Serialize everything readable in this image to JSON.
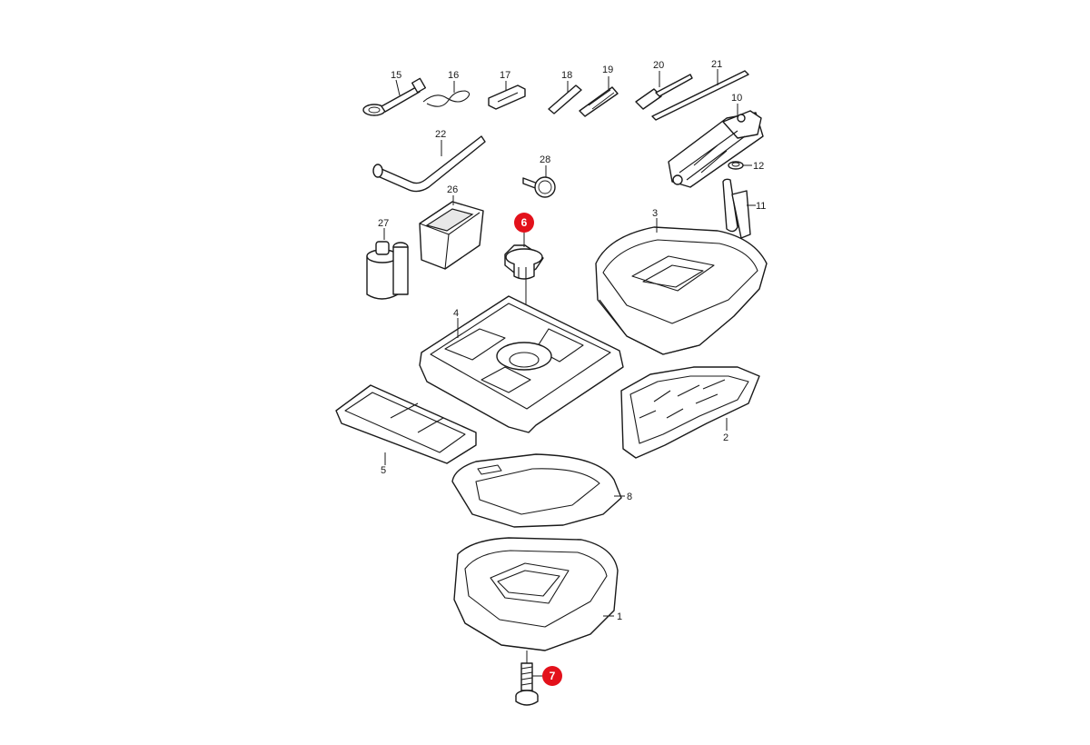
{
  "labels": {
    "p1": "1",
    "p2": "2",
    "p3": "3",
    "p4": "4",
    "p5": "5",
    "p6": "6",
    "p7": "7",
    "p8": "8",
    "p10": "10",
    "p11": "11",
    "p12": "12",
    "p15": "15",
    "p16": "16",
    "p17": "17",
    "p18": "18",
    "p19": "19",
    "p20": "20",
    "p21": "21",
    "p22": "22",
    "p26": "26",
    "p27": "27",
    "p28": "28"
  },
  "highlighted_parts": [
    "6",
    "7"
  ],
  "colors": {
    "highlight": "#e3111b",
    "line": "#1a1a1a",
    "background": "#ffffff"
  }
}
